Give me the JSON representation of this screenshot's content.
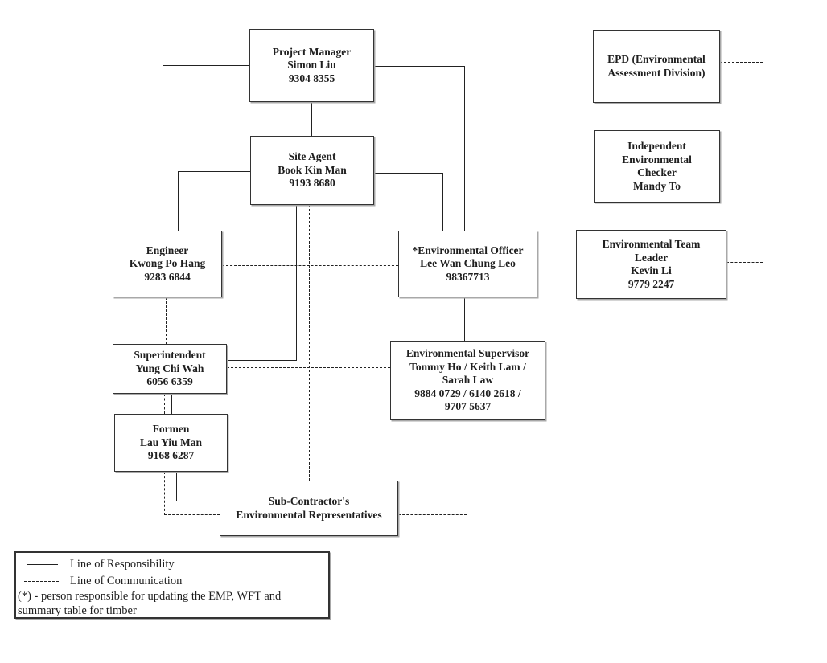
{
  "colors": {
    "line": "#222222",
    "text": "#1f1f1f",
    "box_border": "#333333",
    "box_background": "#ffffff",
    "page_background": "#ffffff"
  },
  "nodes": {
    "project_manager": {
      "lines": [
        "Project Manager",
        "Simon Liu",
        "9304 8355"
      ]
    },
    "epd": {
      "lines": [
        "EPD (Environmental",
        "Assessment Division)"
      ]
    },
    "site_agent": {
      "lines": [
        "Site Agent",
        "Book Kin Man",
        "9193 8680"
      ]
    },
    "independent_environmental_checker": {
      "lines": [
        "Independent",
        "Environmental",
        "Checker",
        "Mandy To"
      ]
    },
    "engineer": {
      "lines": [
        "Engineer",
        "Kwong Po Hang",
        "9283 6844"
      ]
    },
    "environmental_officer": {
      "lines": [
        "*Environmental Officer",
        "Lee Wan Chung Leo",
        "98367713"
      ]
    },
    "environmental_team_leader": {
      "lines": [
        "Environmental Team",
        "Leader",
        "Kevin Li",
        "9779 2247"
      ]
    },
    "superintendent": {
      "lines": [
        "Superintendent",
        "Yung Chi Wah",
        "6056 6359"
      ]
    },
    "environmental_supervisor": {
      "lines": [
        "Environmental Supervisor",
        "Tommy Ho / Keith Lam /",
        "Sarah Law",
        "9884 0729 / 6140 2618 /",
        "9707 5637"
      ]
    },
    "formen": {
      "lines": [
        "Formen",
        "Lau Yiu Man",
        "9168 6287"
      ]
    },
    "subcontractor": {
      "lines": [
        "Sub-Contractor's",
        "Environmental Representatives"
      ]
    }
  },
  "edges": [
    {
      "from": "project_manager",
      "to": "site_agent",
      "type": "responsibility"
    },
    {
      "from": "project_manager",
      "to": "engineer",
      "type": "responsibility"
    },
    {
      "from": "project_manager",
      "to": "environmental_officer",
      "type": "responsibility"
    },
    {
      "from": "site_agent",
      "to": "engineer",
      "type": "responsibility"
    },
    {
      "from": "site_agent",
      "to": "environmental_officer",
      "type": "responsibility"
    },
    {
      "from": "site_agent",
      "to": "superintendent",
      "type": "responsibility"
    },
    {
      "from": "superintendent",
      "to": "formen",
      "type": "responsibility"
    },
    {
      "from": "formen",
      "to": "subcontractor",
      "type": "responsibility"
    },
    {
      "from": "environmental_officer",
      "to": "environmental_supervisor",
      "type": "responsibility"
    },
    {
      "from": "engineer",
      "to": "environmental_officer",
      "type": "communication"
    },
    {
      "from": "environmental_officer",
      "to": "environmental_team_leader",
      "type": "communication"
    },
    {
      "from": "environmental_team_leader",
      "to": "epd",
      "type": "communication"
    },
    {
      "from": "epd",
      "to": "independent_environmental_checker",
      "type": "communication"
    },
    {
      "from": "independent_environmental_checker",
      "to": "environmental_team_leader",
      "type": "communication"
    },
    {
      "from": "engineer",
      "to": "superintendent",
      "type": "communication"
    },
    {
      "from": "superintendent",
      "to": "environmental_supervisor",
      "type": "communication"
    },
    {
      "from": "site_agent",
      "to": "subcontractor",
      "type": "communication"
    },
    {
      "from": "superintendent",
      "to": "formen",
      "type": "communication"
    },
    {
      "from": "formen",
      "to": "subcontractor",
      "type": "communication"
    },
    {
      "from": "environmental_supervisor",
      "to": "subcontractor",
      "type": "communication"
    }
  ],
  "legend": {
    "responsibility_label": "Line of Responsibility",
    "communication_label": "Line of Communication",
    "note_line1": "(*) - person responsible for updating the EMP, WFT and",
    "note_line2": "summary table for timber"
  }
}
